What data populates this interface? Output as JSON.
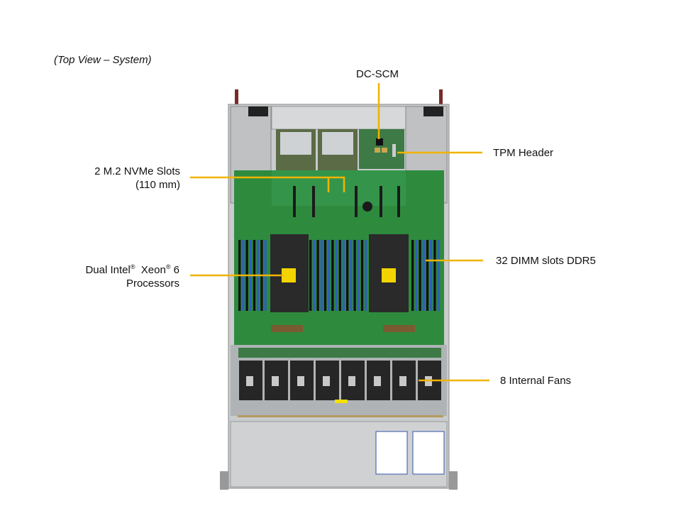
{
  "caption": "(Top View – System)",
  "callouts": {
    "dcscm": "DC-SCM",
    "tpm": "TPM Header",
    "m2_line1": "2 M.2 NVMe Slots",
    "m2_line2": "(110 mm)",
    "cpu_line1_a": "Dual Intel",
    "cpu_line1_b": "Xeon",
    "cpu_line1_c": "6",
    "cpu_reg": "®",
    "cpu_line2": "Processors",
    "dimm": "32 DIMM slots DDR5",
    "fans": "8 Internal  Fans"
  },
  "colors": {
    "callout_line": "#f0b400",
    "board": "#2e8b3e",
    "dimm": "#2f5fb8",
    "chassis": "#b9bcbf"
  }
}
